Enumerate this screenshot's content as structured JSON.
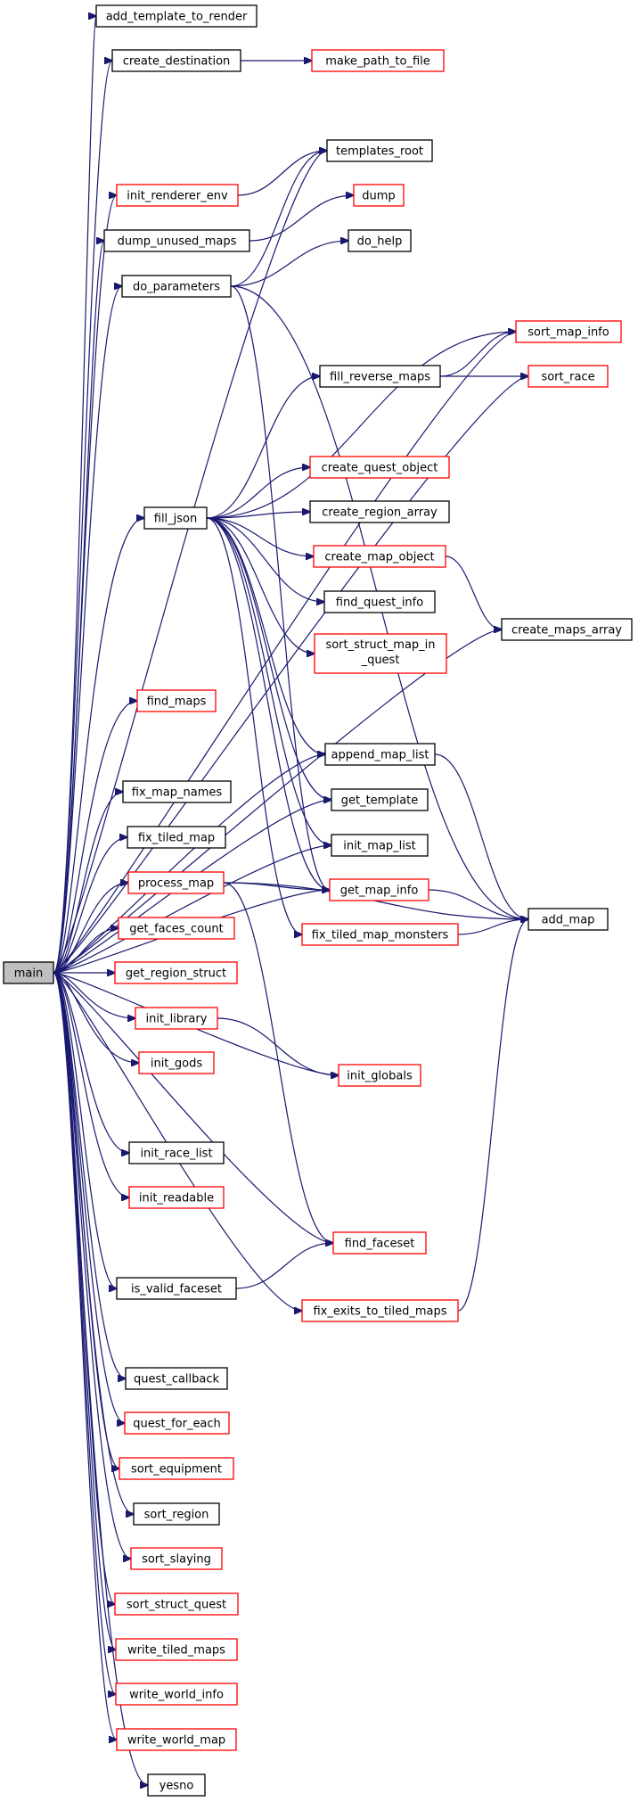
{
  "nodes": {
    "main": {
      "label": "main",
      "style": "main"
    },
    "add_template_to_render": {
      "label": "add_template_to_render",
      "style": "black"
    },
    "create_destination": {
      "label": "create_destination",
      "style": "black"
    },
    "make_path_to_file": {
      "label": "make_path_to_file",
      "style": "red"
    },
    "templates_root": {
      "label": "templates_root",
      "style": "black"
    },
    "init_renderer_env": {
      "label": "init_renderer_env",
      "style": "red"
    },
    "dump": {
      "label": "dump",
      "style": "red"
    },
    "dump_unused_maps": {
      "label": "dump_unused_maps",
      "style": "black"
    },
    "do_help": {
      "label": "do_help",
      "style": "black"
    },
    "do_parameters": {
      "label": "do_parameters",
      "style": "black"
    },
    "sort_map_info": {
      "label": "sort_map_info",
      "style": "red"
    },
    "fill_reverse_maps": {
      "label": "fill_reverse_maps",
      "style": "black"
    },
    "sort_race": {
      "label": "sort_race",
      "style": "red"
    },
    "create_quest_object": {
      "label": "create_quest_object",
      "style": "red"
    },
    "fill_json": {
      "label": "fill_json",
      "style": "black"
    },
    "create_region_array": {
      "label": "create_region_array",
      "style": "black"
    },
    "create_map_object": {
      "label": "create_map_object",
      "style": "red"
    },
    "find_quest_info": {
      "label": "find_quest_info",
      "style": "black"
    },
    "create_maps_array": {
      "label": "create_maps_array",
      "style": "black"
    },
    "sort_struct_map_in_quest": {
      "label": [
        "sort_struct_map_in",
        "_quest"
      ],
      "style": "red"
    },
    "find_maps": {
      "label": "find_maps",
      "style": "red"
    },
    "append_map_list": {
      "label": "append_map_list",
      "style": "black"
    },
    "fix_map_names": {
      "label": "fix_map_names",
      "style": "black"
    },
    "get_template": {
      "label": "get_template",
      "style": "black"
    },
    "fix_tiled_map": {
      "label": "fix_tiled_map",
      "style": "black"
    },
    "init_map_list": {
      "label": "init_map_list",
      "style": "black"
    },
    "process_map": {
      "label": "process_map",
      "style": "red"
    },
    "get_map_info": {
      "label": "get_map_info",
      "style": "red"
    },
    "add_map": {
      "label": "add_map",
      "style": "black"
    },
    "fix_tiled_map_monsters": {
      "label": "fix_tiled_map_monsters",
      "style": "red"
    },
    "get_faces_count": {
      "label": "get_faces_count",
      "style": "red"
    },
    "get_region_struct": {
      "label": "get_region_struct",
      "style": "red"
    },
    "init_library": {
      "label": "init_library",
      "style": "red"
    },
    "init_gods": {
      "label": "init_gods",
      "style": "red"
    },
    "init_globals": {
      "label": "init_globals",
      "style": "red"
    },
    "init_race_list": {
      "label": "init_race_list",
      "style": "black"
    },
    "init_readable": {
      "label": "init_readable",
      "style": "red"
    },
    "find_faceset": {
      "label": "find_faceset",
      "style": "red"
    },
    "is_valid_faceset": {
      "label": "is_valid_faceset",
      "style": "black"
    },
    "fix_exits_to_tiled_maps": {
      "label": "fix_exits_to_tiled_maps",
      "style": "red"
    },
    "quest_callback": {
      "label": "quest_callback",
      "style": "black"
    },
    "quest_for_each": {
      "label": "quest_for_each",
      "style": "red"
    },
    "sort_equipment": {
      "label": "sort_equipment",
      "style": "red"
    },
    "sort_region": {
      "label": "sort_region",
      "style": "black"
    },
    "sort_slaying": {
      "label": "sort_slaying",
      "style": "red"
    },
    "sort_struct_quest": {
      "label": "sort_struct_quest",
      "style": "red"
    },
    "write_tiled_maps": {
      "label": "write_tiled_maps",
      "style": "red"
    },
    "write_world_info": {
      "label": "write_world_info",
      "style": "red"
    },
    "write_world_map": {
      "label": "write_world_map",
      "style": "red"
    },
    "yesno": {
      "label": "yesno",
      "style": "black"
    }
  },
  "edges": [
    [
      "main",
      "add_template_to_render"
    ],
    [
      "main",
      "create_destination"
    ],
    [
      "create_destination",
      "make_path_to_file"
    ],
    [
      "main",
      "templates_root"
    ],
    [
      "main",
      "sort_map_info"
    ],
    [
      "main",
      "init_renderer_env"
    ],
    [
      "init_renderer_env",
      "templates_root"
    ],
    [
      "main",
      "dump_unused_maps"
    ],
    [
      "dump_unused_maps",
      "dump"
    ],
    [
      "main",
      "do_parameters"
    ],
    [
      "do_parameters",
      "do_help"
    ],
    [
      "do_parameters",
      "templates_root"
    ],
    [
      "do_parameters",
      "add_map"
    ],
    [
      "do_parameters",
      "get_map_info"
    ],
    [
      "main",
      "sort_race"
    ],
    [
      "main",
      "fill_json"
    ],
    [
      "fill_json",
      "fill_reverse_maps"
    ],
    [
      "fill_reverse_maps",
      "sort_map_info"
    ],
    [
      "fill_reverse_maps",
      "sort_race"
    ],
    [
      "fill_json",
      "sort_map_info"
    ],
    [
      "fill_json",
      "create_quest_object"
    ],
    [
      "fill_json",
      "create_region_array"
    ],
    [
      "fill_json",
      "create_map_object"
    ],
    [
      "create_map_object",
      "create_maps_array"
    ],
    [
      "fill_json",
      "find_quest_info"
    ],
    [
      "fill_json",
      "sort_struct_map_in_quest"
    ],
    [
      "fill_json",
      "append_map_list"
    ],
    [
      "fill_json",
      "get_template"
    ],
    [
      "fill_json",
      "init_map_list"
    ],
    [
      "fill_json",
      "get_map_info"
    ],
    [
      "fill_json",
      "fix_tiled_map_monsters"
    ],
    [
      "main",
      "find_maps"
    ],
    [
      "main",
      "create_maps_array"
    ],
    [
      "main",
      "append_map_list"
    ],
    [
      "append_map_list",
      "add_map"
    ],
    [
      "main",
      "get_template"
    ],
    [
      "main",
      "fix_map_names"
    ],
    [
      "main",
      "init_map_list"
    ],
    [
      "main",
      "fix_tiled_map"
    ],
    [
      "main",
      "get_map_info"
    ],
    [
      "get_map_info",
      "add_map"
    ],
    [
      "main",
      "process_map"
    ],
    [
      "process_map",
      "get_map_info"
    ],
    [
      "process_map",
      "add_map"
    ],
    [
      "process_map",
      "find_faceset"
    ],
    [
      "fix_tiled_map_monsters",
      "add_map"
    ],
    [
      "main",
      "get_faces_count"
    ],
    [
      "main",
      "get_region_struct"
    ],
    [
      "main",
      "init_library"
    ],
    [
      "init_library",
      "init_globals"
    ],
    [
      "main",
      "init_gods"
    ],
    [
      "main",
      "init_globals"
    ],
    [
      "main",
      "init_race_list"
    ],
    [
      "main",
      "init_readable"
    ],
    [
      "main",
      "find_faceset"
    ],
    [
      "main",
      "is_valid_faceset"
    ],
    [
      "is_valid_faceset",
      "find_faceset"
    ],
    [
      "main",
      "fix_exits_to_tiled_maps"
    ],
    [
      "fix_exits_to_tiled_maps",
      "add_map"
    ],
    [
      "main",
      "quest_callback"
    ],
    [
      "main",
      "quest_for_each"
    ],
    [
      "main",
      "sort_equipment"
    ],
    [
      "main",
      "sort_region"
    ],
    [
      "main",
      "sort_slaying"
    ],
    [
      "main",
      "sort_struct_quest"
    ],
    [
      "main",
      "write_tiled_maps"
    ],
    [
      "main",
      "write_world_info"
    ],
    [
      "main",
      "write_world_map"
    ],
    [
      "main",
      "yesno"
    ]
  ]
}
